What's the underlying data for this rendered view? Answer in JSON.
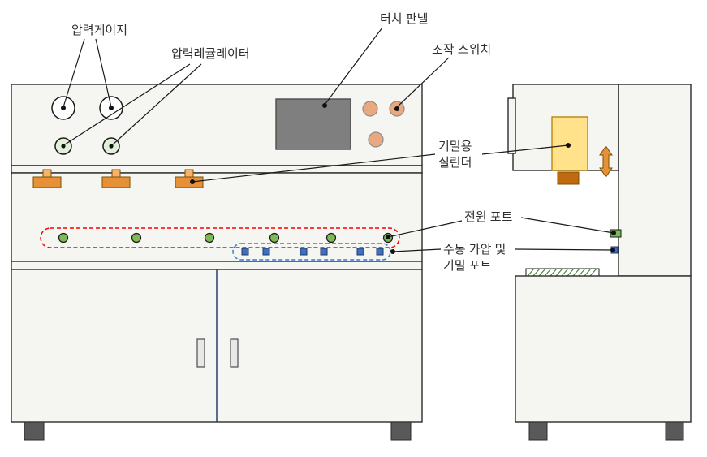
{
  "diagram": {
    "type": "equipment-annotation-diagram",
    "labels": {
      "pressure_gauge": "압력게이지",
      "pressure_regulator": "압력레귤레이터",
      "touch_panel": "터치 판넬",
      "operation_switch": "조작 스위치",
      "airtight_cylinder_line1": "기밀용",
      "airtight_cylinder_line2": "실린더",
      "power_port": "전원 포트",
      "manual_port_line1": "수동 가압 및",
      "manual_port_line2": "기밀 포트"
    },
    "colors": {
      "body_fill": "#f5f5f2",
      "outline": "#2b2b2b",
      "touch_panel": "#7f7f7f",
      "switch_fill": "#e9a87f",
      "regulator_fill": "#e2efd9",
      "valve_body": "#e69138",
      "valve_stem": "#f6b26b",
      "port_green": "#7db954",
      "port_blue": "#3f6fc4",
      "highlight_red": "#ff0000",
      "highlight_blue": "#3c78d8",
      "cylinder_fill": "#ffe28a",
      "cylinder_mount": "#c1690f",
      "hatch_green": "#3a7d2c",
      "foot_fill": "#595959",
      "door_divider": "#27426b"
    },
    "component_counts": {
      "pressure_gauges": 2,
      "pressure_regulators": 2,
      "operation_switches": 3,
      "valves": 3,
      "power_ports": 6,
      "manual_ports": 6
    }
  }
}
